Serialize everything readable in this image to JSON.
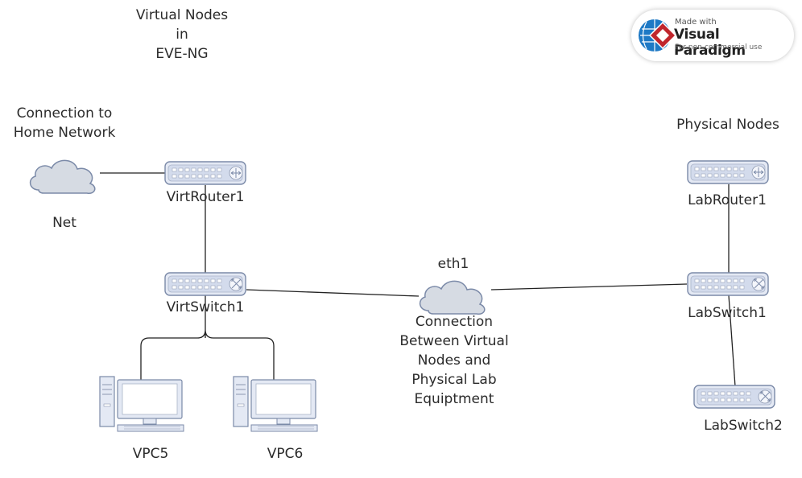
{
  "header": {
    "title_lines": [
      "Virtual Nodes",
      "in",
      "EVE-NG"
    ]
  },
  "watermark": {
    "made_with": "Made with",
    "brand": "Visual Paradigm",
    "sub": "For non-commercial use"
  },
  "labels": {
    "home_network": [
      "Connection to",
      "Home Network"
    ],
    "net": "Net",
    "physical_nodes": "Physical Nodes",
    "eth1": "eth1",
    "eth1_desc": [
      "Connection",
      "Between Virtual",
      "Nodes and",
      "Physical Lab",
      "Equiptment"
    ]
  },
  "nodes": {
    "virt_router": "VirtRouter1",
    "virt_switch": "VirtSwitch1",
    "vpc5": "VPC5",
    "vpc6": "VPC6",
    "lab_router": "LabRouter1",
    "lab_switch1": "LabSwitch1",
    "lab_switch2": "LabSwitch2"
  },
  "icons": {
    "cloud": "cloud-icon",
    "router": "router-icon",
    "switch": "switch-icon",
    "pc": "pc-icon"
  },
  "colors": {
    "device_fill": "#dde4f2",
    "device_stroke": "#7b8aa8",
    "cloud_fill": "#d6dbe3",
    "cloud_stroke": "#7b8aa8",
    "line": "#222222",
    "vp_red": "#c0262d",
    "vp_blue": "#1e79c5"
  }
}
